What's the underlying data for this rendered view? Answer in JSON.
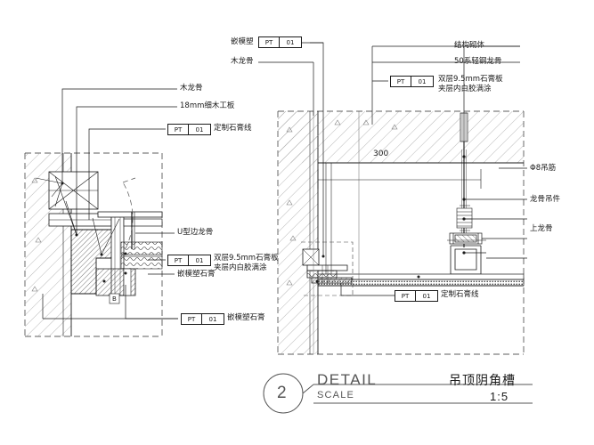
{
  "drawing": {
    "dimension_300": "300",
    "left_marks": {
      "mark_B": "B"
    }
  },
  "labels": {
    "top_left": [
      {
        "text": "木龙骨"
      },
      {
        "text": "18mm细木工板"
      },
      {
        "text": "定制石膏线",
        "tag": {
          "code": "PT",
          "num": "01"
        }
      }
    ],
    "top_mid": [
      {
        "text": "嵌模塑",
        "tag": {
          "code": "PT",
          "num": "01"
        }
      },
      {
        "text": "木龙骨"
      }
    ],
    "top_right": [
      {
        "text": "结构砌体"
      },
      {
        "text": "50系轻钢龙骨"
      },
      {
        "text": "双层9.5mm石膏板\n夹层内白胶满涂",
        "tag": {
          "code": "PT",
          "num": "01"
        }
      }
    ],
    "right_side": [
      {
        "text": "Φ8吊筋"
      },
      {
        "text": "龙骨吊件"
      },
      {
        "text": "上龙骨"
      }
    ],
    "left_mid": [
      {
        "text": "U型边龙骨"
      },
      {
        "text": "双层9.5mm石膏板\n夹层内白胶满涂",
        "tag": {
          "code": "PT",
          "num": "01"
        }
      },
      {
        "text": "嵌模塑石膏"
      }
    ],
    "bottom_left": [
      {
        "text": "嵌模塑石膏",
        "tag": {
          "code": "PT",
          "num": "01"
        }
      }
    ],
    "bottom_mid": [
      {
        "text": "定制石膏线",
        "tag": {
          "code": "PT",
          "num": "01"
        }
      }
    ]
  },
  "title_block": {
    "number": "2",
    "detail_label": "DETAIL",
    "scale_label": "SCALE",
    "title_cn": "吊顶阴角槽",
    "scale_value": "1:5"
  },
  "colors": {
    "line": "#1a1a1a",
    "thin": "#555555",
    "hatch": "#888888"
  }
}
